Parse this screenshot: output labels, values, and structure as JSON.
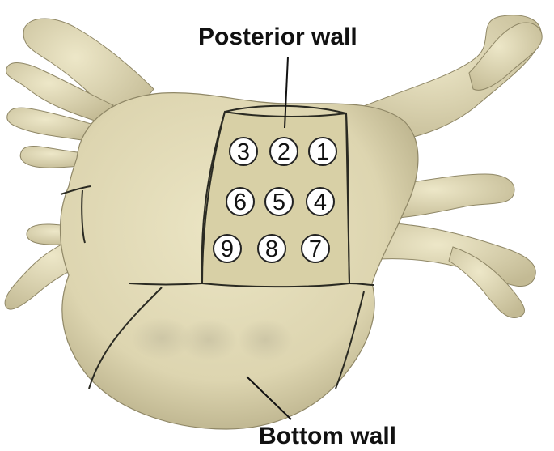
{
  "labels": {
    "posterior_wall": "Posterior wall",
    "bottom_wall": "Bottom wall"
  },
  "markers": [
    "1",
    "2",
    "3",
    "4",
    "5",
    "6",
    "7",
    "8",
    "9"
  ],
  "colors": {
    "tissue": "#e4ddb9",
    "tissue_shadow": "#b9b08b",
    "region_fill": "#d9d1a8",
    "outline": "#2a2a22",
    "marker_fill": "#ffffff",
    "marker_stroke": "#222222"
  }
}
